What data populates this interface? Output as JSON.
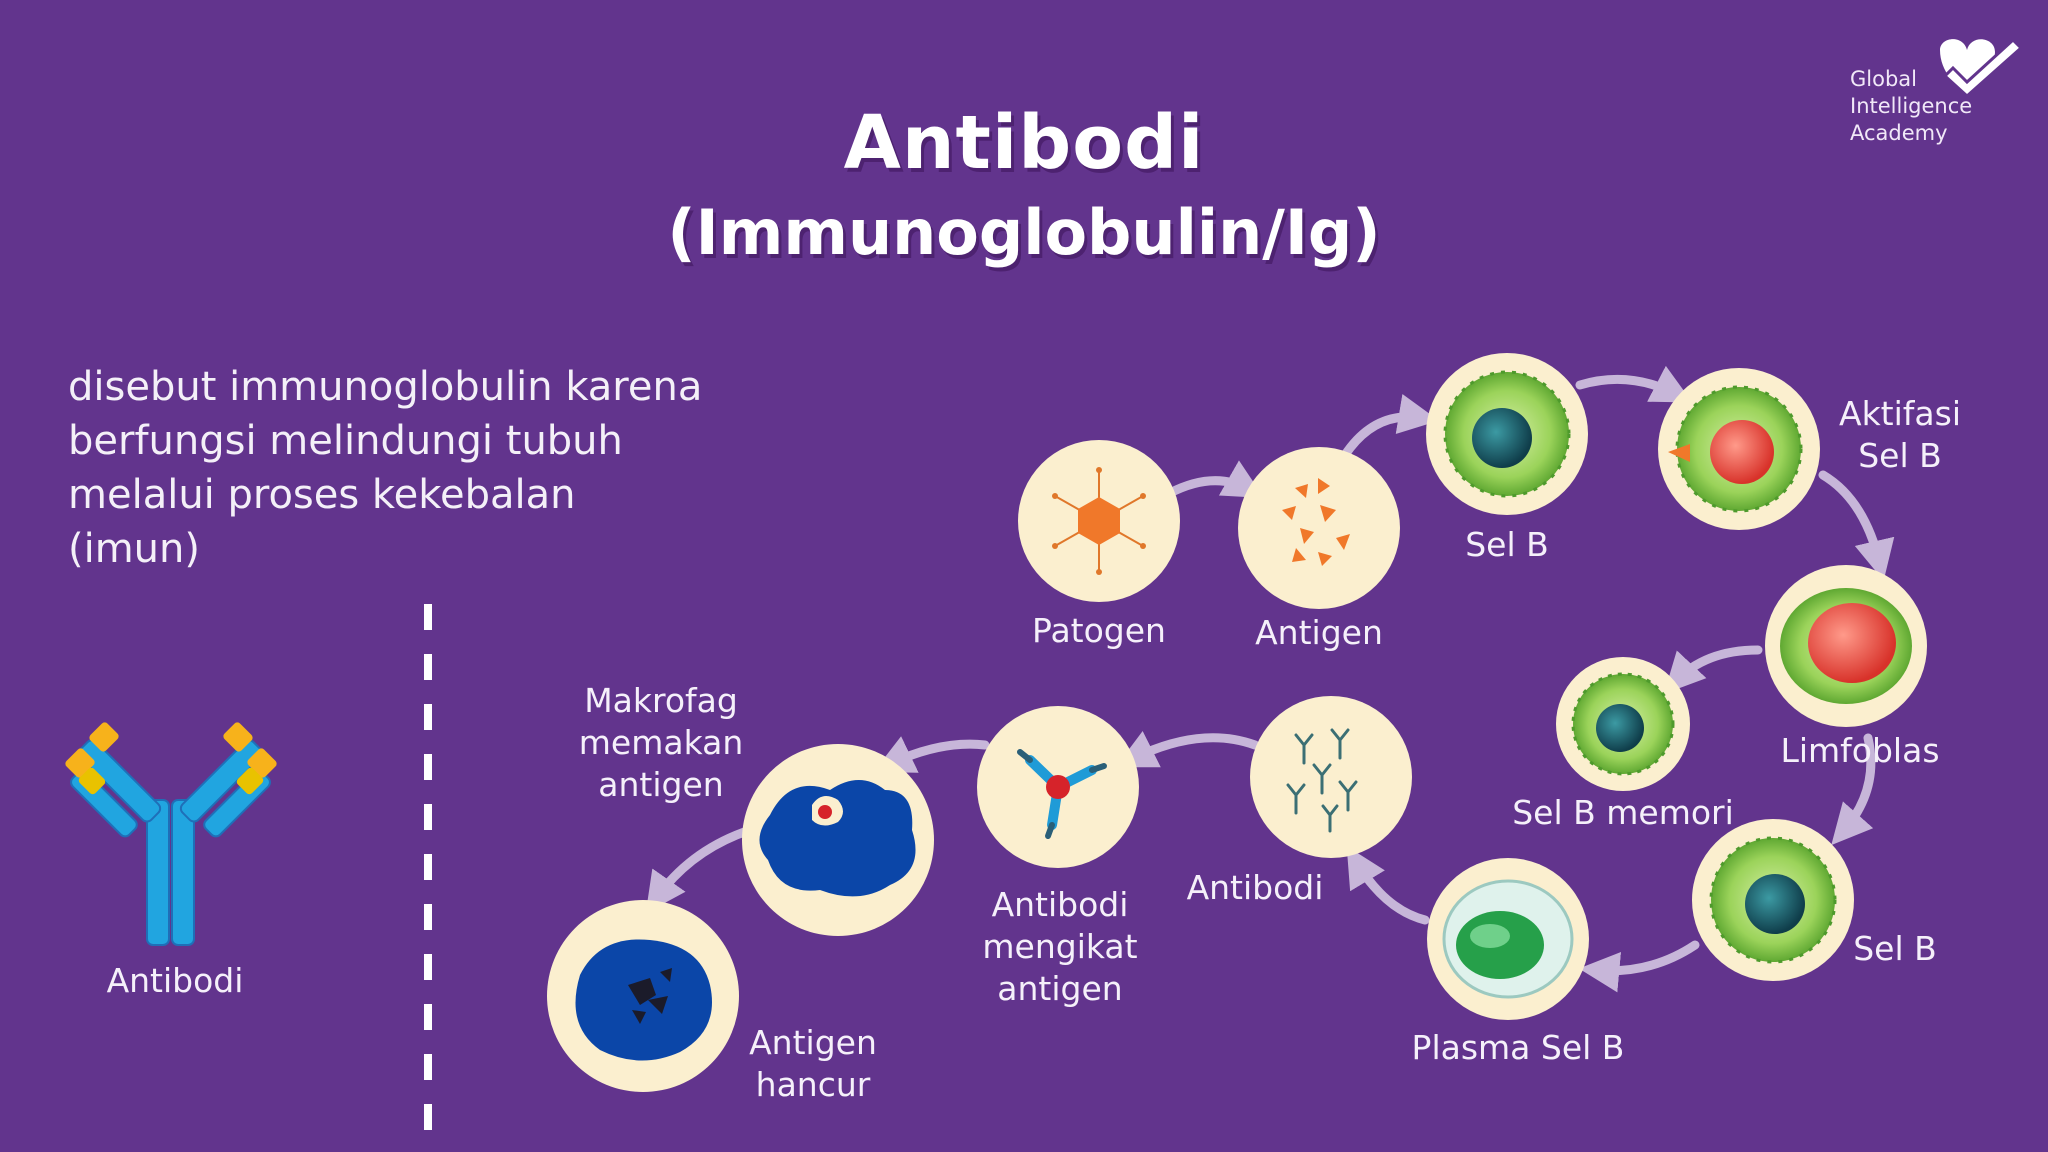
{
  "title": "Antibodi",
  "subtitle": "(Immunoglobulin/Ig)",
  "logo": {
    "lines": [
      "Global",
      "Intelligence",
      "Academy"
    ]
  },
  "description": {
    "lines": [
      "disebut immunoglobulin karena",
      "berfungsi melindungi tubuh",
      "melalui proses kekebalan",
      "(imun)"
    ]
  },
  "antibody_label": "Antibodi",
  "steps": {
    "patogen": "Patogen",
    "antigen": "Antigen",
    "sel_b_1": "Sel B",
    "aktifasi": [
      "Aktifasi",
      "Sel B"
    ],
    "limfoblas": "Limfoblas",
    "sel_b_memori": "Sel B memori",
    "sel_b_2": "Sel B",
    "plasma": "Plasma Sel B",
    "antibodi": "Antibodi",
    "mengikat": [
      "Antibodi",
      "mengikat",
      "antigen"
    ],
    "makrofag": [
      "Makrofag",
      "memakan",
      "antigen"
    ],
    "hancur": [
      "Antigen",
      "hancur"
    ]
  },
  "colors": {
    "background": "#62348d",
    "circle_fill": "#fbefcf",
    "arrow": "#c7b6d9",
    "cell_green": "#7ac143",
    "nucleus": "#1f6a74",
    "antibody_blue": "#1f9bd7",
    "antibody_yellow": "#f7b21b",
    "macrophage_blue": "#0b46a8",
    "antigen_orange": "#f0782a"
  }
}
